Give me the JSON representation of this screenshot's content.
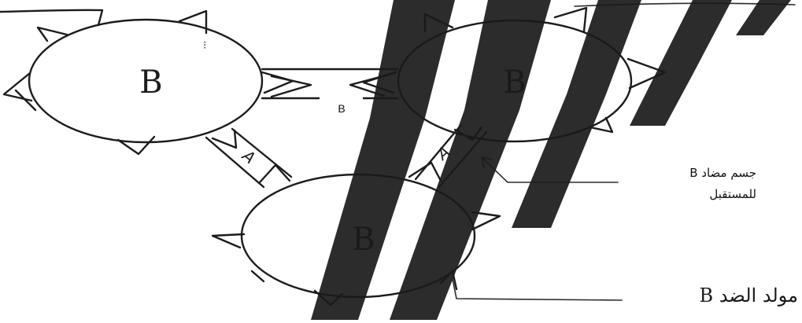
{
  "cells": {
    "top_left": "B",
    "top_right": "B",
    "bottom": "B"
  },
  "bridges": {
    "top": "B",
    "left": "A",
    "right": "A"
  },
  "labels": {
    "b_antibody_line1": "جسم مضاد B",
    "b_antibody_line2": "للمستقبل",
    "b_antigen": "مولد الضد B"
  },
  "colors": {
    "ink": "#1c1c1c",
    "watermark": "#1a1a1a",
    "background": "#ffffff"
  }
}
